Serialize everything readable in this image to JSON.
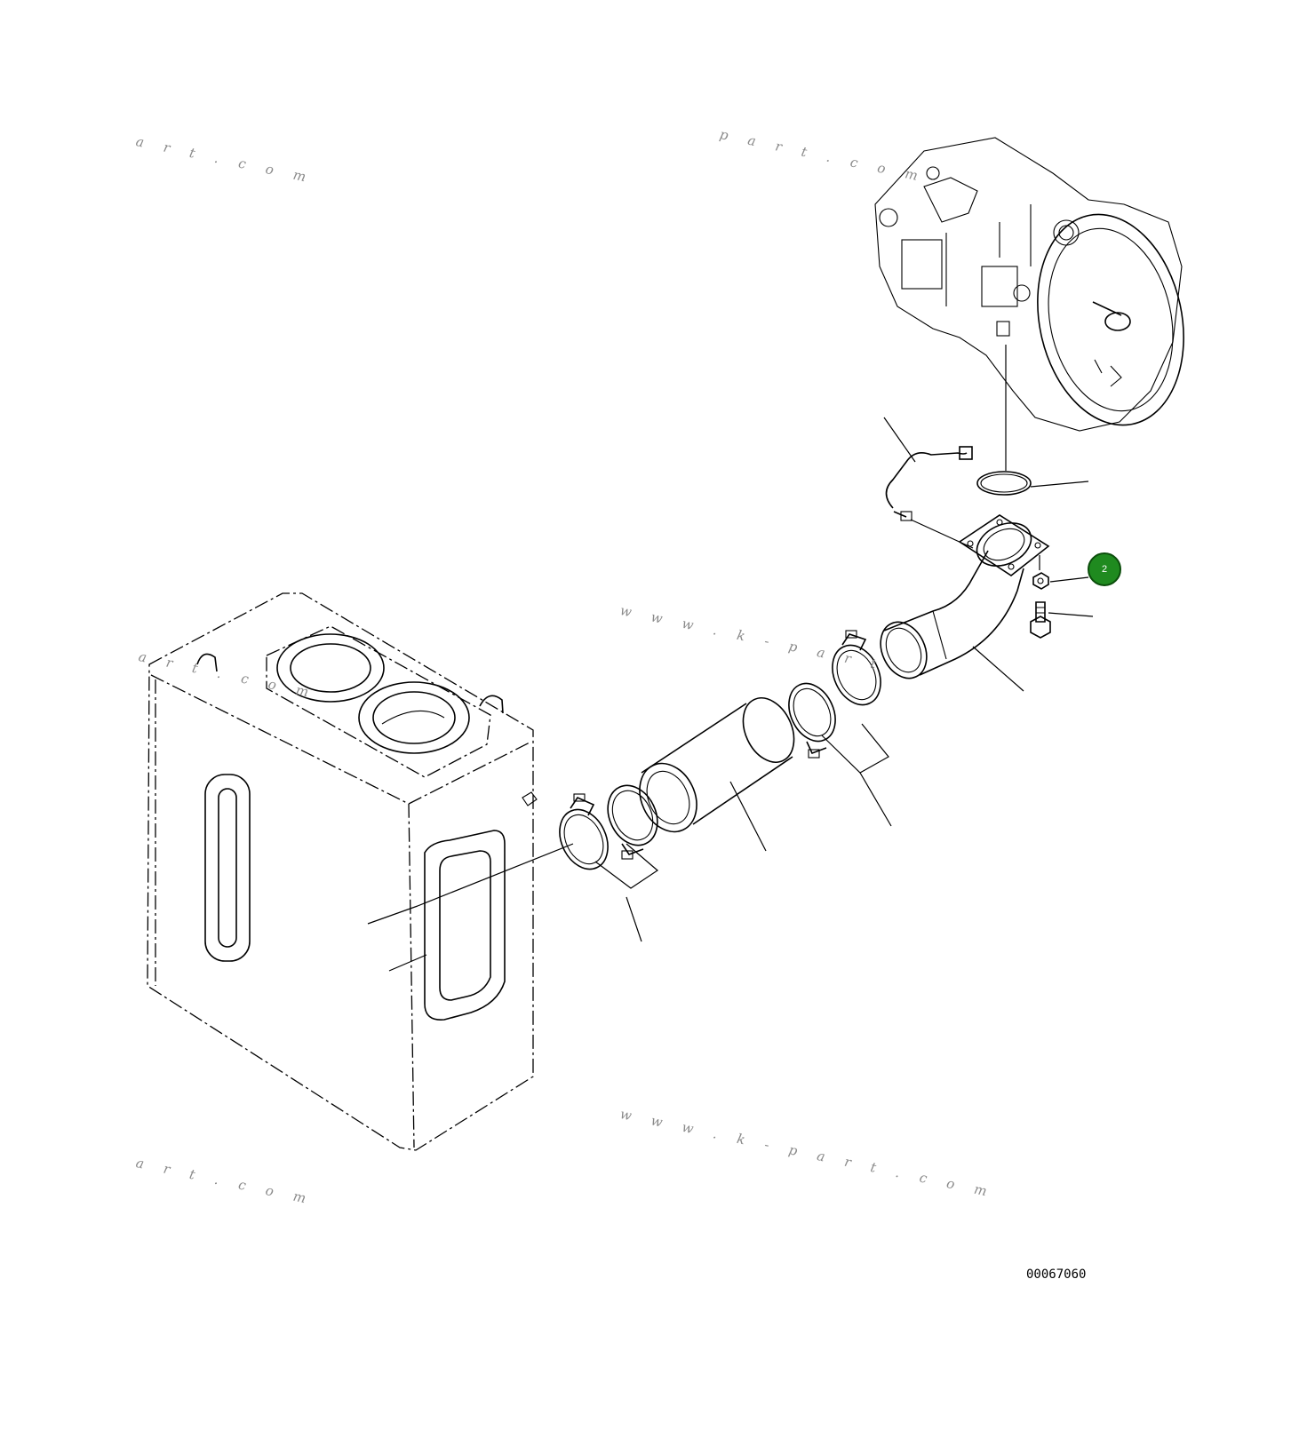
{
  "drawing_number": "00067060",
  "callouts": [
    {
      "label": "2",
      "color": "#1f8a1f"
    }
  ],
  "watermarks": [
    "a r t . c o m",
    "p a r t . c o m",
    "w w w . k - p a r t",
    "a r t . c o m",
    "w w w . k - p a r t . c o m",
    "a r t . c o m"
  ]
}
